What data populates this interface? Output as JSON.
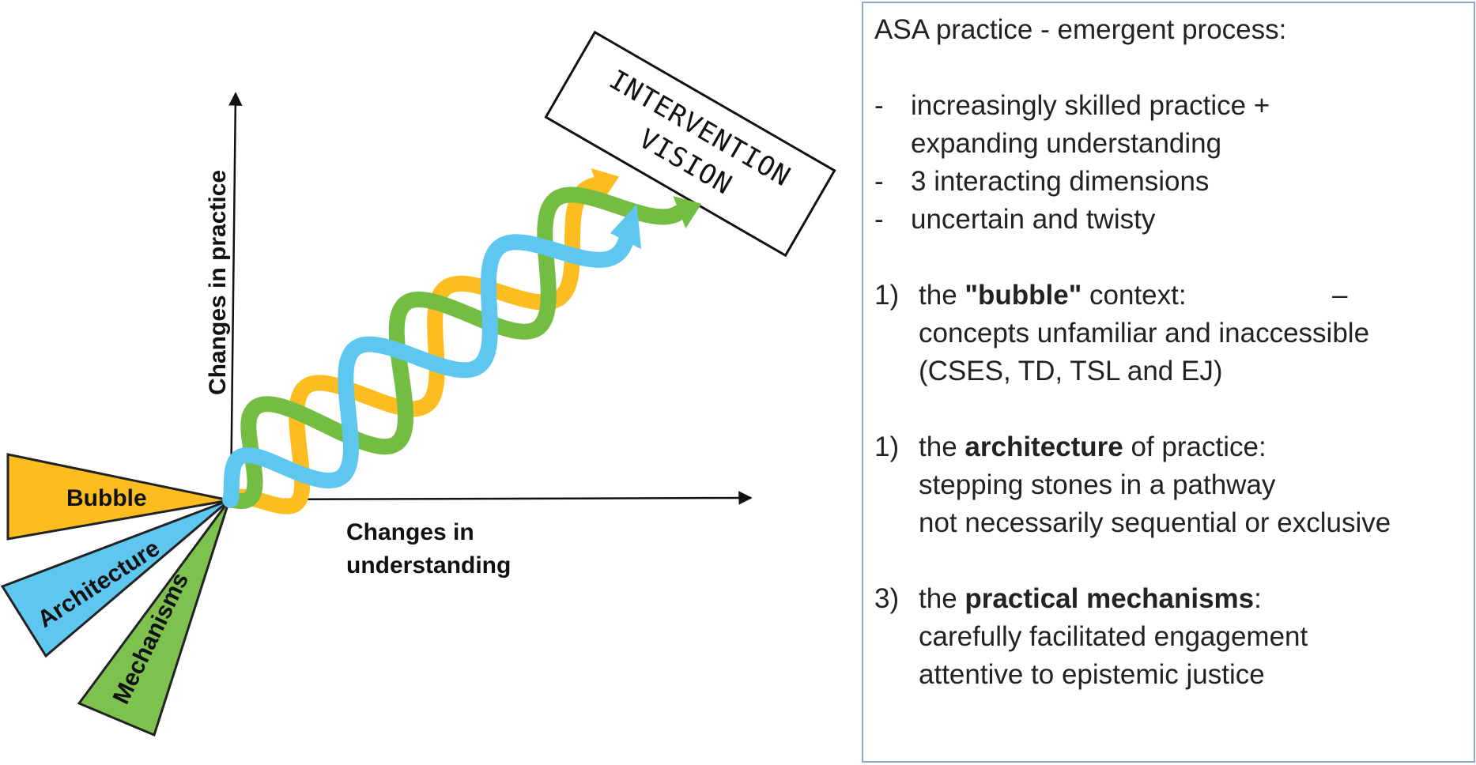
{
  "diagram": {
    "y_axis_label": "Changes in practice",
    "x_axis_label_line1": "Changes in",
    "x_axis_label_line2": "understanding",
    "vision_line1": "INTERVENTION",
    "vision_line2": "VISION",
    "wedges": [
      {
        "label": "Bubble",
        "color": "#fbbd1f"
      },
      {
        "label": "Architecture",
        "color": "#5dc7f0"
      },
      {
        "label": "Mechanisms",
        "color": "#7dc24f"
      }
    ],
    "strand_colors": {
      "bubble": "#fbbd1f",
      "architecture": "#5dc7f0",
      "mechanisms": "#74bd43"
    }
  },
  "panel": {
    "title": "ASA practice - emergent process:",
    "bullets": [
      {
        "marker": "-",
        "lines": [
          "increasingly skilled practice +",
          "expanding understanding"
        ]
      },
      {
        "marker": "-",
        "lines": [
          "3 interacting dimensions"
        ]
      },
      {
        "marker": "-",
        "lines": [
          "uncertain and twisty"
        ]
      }
    ],
    "items": [
      {
        "number": "1)",
        "prefix": "the ",
        "bold": "\"bubble\"",
        "suffix": " context:",
        "trailing": "–",
        "lines": [
          "concepts unfamiliar and inaccessible",
          "(CSES, TD, TSL and EJ)"
        ]
      },
      {
        "number": "1)",
        "prefix": "the ",
        "bold": "architecture",
        "suffix": " of practice:",
        "trailing": "",
        "lines": [
          "stepping stones in a pathway",
          "not necessarily sequential or exclusive"
        ]
      },
      {
        "number": "3)",
        "prefix": "the ",
        "bold": "practical mechanisms",
        "suffix": ":",
        "trailing": "",
        "lines": [
          "carefully facilitated engagement",
          "attentive to epistemic justice"
        ]
      }
    ]
  }
}
